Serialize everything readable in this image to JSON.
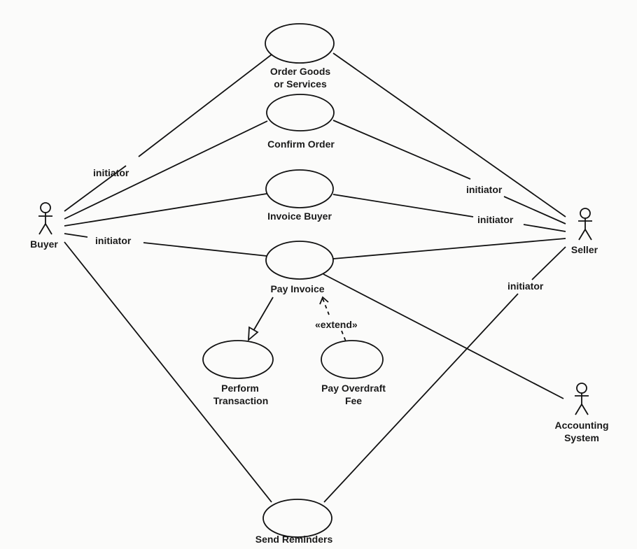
{
  "diagram": {
    "type": "UML use case diagram",
    "actors": [
      {
        "id": "buyer",
        "label": "Buyer"
      },
      {
        "id": "seller",
        "label": "Seller"
      },
      {
        "id": "accounting",
        "label_lines": [
          "Accounting",
          "System"
        ]
      }
    ],
    "use_cases": [
      {
        "id": "order",
        "label_lines": [
          "Order Goods",
          "or Services"
        ]
      },
      {
        "id": "confirm",
        "label_lines": [
          "Confirm Order"
        ]
      },
      {
        "id": "invoice",
        "label_lines": [
          "Invoice Buyer"
        ]
      },
      {
        "id": "pay",
        "label_lines": [
          "Pay Invoice"
        ]
      },
      {
        "id": "perform",
        "label_lines": [
          "Perform",
          "Transaction"
        ]
      },
      {
        "id": "overdraft",
        "label_lines": [
          "Pay Overdraft",
          "Fee"
        ]
      },
      {
        "id": "remind",
        "label_lines": [
          "Send Reminders"
        ]
      }
    ],
    "associations": [
      {
        "from": "buyer",
        "to": "order",
        "label": "initiator"
      },
      {
        "from": "buyer",
        "to": "confirm",
        "label": ""
      },
      {
        "from": "buyer",
        "to": "invoice",
        "label": ""
      },
      {
        "from": "buyer",
        "to": "pay",
        "label": "initiator"
      },
      {
        "from": "buyer",
        "to": "remind",
        "label": ""
      },
      {
        "from": "seller",
        "to": "order",
        "label": ""
      },
      {
        "from": "seller",
        "to": "confirm",
        "label": "initiator"
      },
      {
        "from": "seller",
        "to": "invoice",
        "label": "initiator"
      },
      {
        "from": "seller",
        "to": "pay",
        "label": ""
      },
      {
        "from": "seller",
        "to": "remind",
        "label": "initiator"
      },
      {
        "from": "accounting",
        "to": "pay",
        "label": ""
      }
    ],
    "generalizations": [
      {
        "from": "pay",
        "to": "perform"
      }
    ],
    "extends": [
      {
        "from": "overdraft",
        "to": "pay",
        "label": "«extend»"
      }
    ]
  }
}
